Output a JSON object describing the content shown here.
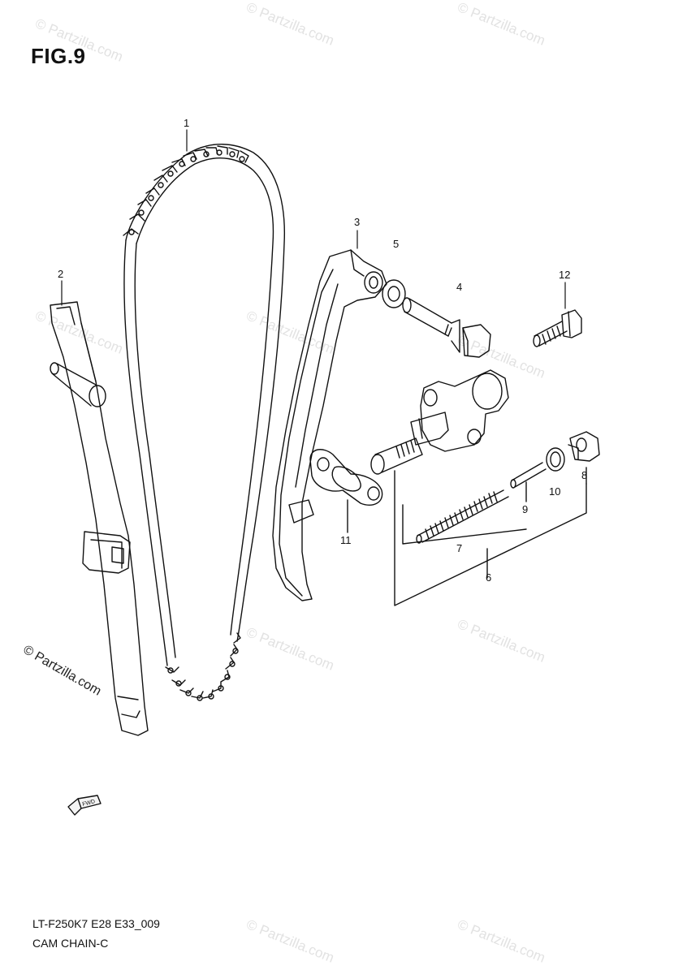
{
  "figure": {
    "title": "FIG.9",
    "code": "LT-F250K7 E28 E33_009",
    "name": "CAM CHAIN-C",
    "copyright": "© Partzilla.com",
    "watermark": "© Partzilla.com",
    "fwd_label": "FWD"
  },
  "callouts": [
    {
      "id": "1",
      "part": "cam-chain"
    },
    {
      "id": "2",
      "part": "chain-guide-no1"
    },
    {
      "id": "3",
      "part": "chain-tension-adjuster-guide"
    },
    {
      "id": "4",
      "part": "bolt"
    },
    {
      "id": "5",
      "part": "washer"
    },
    {
      "id": "6",
      "part": "tensioner-assembly"
    },
    {
      "id": "7",
      "part": "spring"
    },
    {
      "id": "8",
      "part": "cap-bolt"
    },
    {
      "id": "9",
      "part": "pin"
    },
    {
      "id": "10",
      "part": "gasket-ring"
    },
    {
      "id": "11",
      "part": "gasket"
    },
    {
      "id": "12",
      "part": "screw"
    }
  ]
}
